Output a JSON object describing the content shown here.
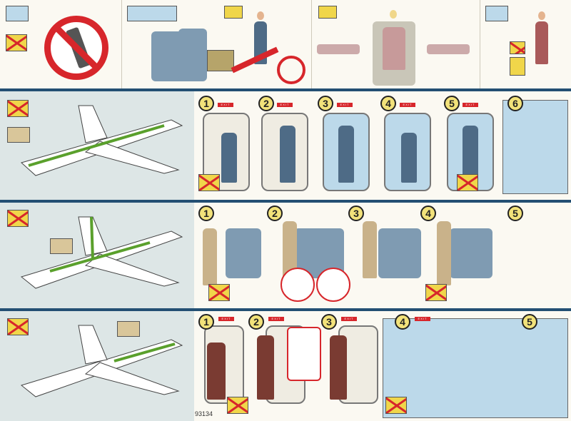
{
  "card": {
    "form_number": "93134",
    "exit_label": "EXIT",
    "colors": {
      "separator": "#234f73",
      "step_badge": "#f2e27a",
      "exit_sign": "#d7262b",
      "arrow_green": "#5aa02c",
      "panel_bg": "#dde6e6"
    },
    "top_row": {
      "icons": [
        "no-phone-icon",
        "seat-upright-icon",
        "stow-luggage-icon",
        "seatbelt-icon",
        "no-smoking-lavatory-icon"
      ]
    },
    "sections": [
      {
        "name": "cabin-door-exit",
        "steps": [
          "1",
          "2",
          "3",
          "4",
          "5",
          "6"
        ]
      },
      {
        "name": "overwing-exit",
        "steps": [
          "1",
          "2",
          "3",
          "4",
          "5"
        ]
      },
      {
        "name": "tailcone-exit",
        "steps": [
          "1",
          "2",
          "3",
          "4",
          "5"
        ]
      }
    ]
  }
}
